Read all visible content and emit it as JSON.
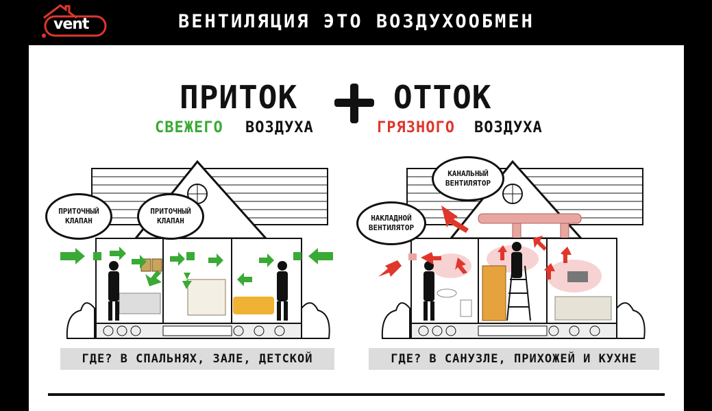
{
  "brand": {
    "logo_text": "vent"
  },
  "header": {
    "title": "ВЕНТИЛЯЦИЯ ЭТО ВОЗДУХООБМЕН"
  },
  "left": {
    "heading": "ПРИТОК",
    "sub_colored": "СВЕЖЕГО",
    "sub_plain": "ВОЗДУХА",
    "bubble1": "ПРИТОЧНЫЙ КЛАПАН",
    "bubble2": "ПРИТОЧНЫЙ КЛАПАН",
    "where": "ГДЕ? В СПАЛЬНЯХ, ЗАЛЕ, ДЕТСКОЙ"
  },
  "plus": "+",
  "right": {
    "heading": "ОТТОК",
    "sub_colored": "ГРЯЗНОГО",
    "sub_plain": "ВОЗДУХА",
    "bubble1": "КАНАЛЬНЫЙ ВЕНТИЛЯТОР",
    "bubble2": "НАКЛАДНОЙ ВЕНТИЛЯТОР",
    "where": "ГДЕ? В САНУЗЛЕ, ПРИХОЖЕЙ И КУХНЕ"
  },
  "colors": {
    "fresh": "#3aa935",
    "dirty": "#e0362c",
    "bg": "#000000",
    "panel": "#ffffff"
  }
}
